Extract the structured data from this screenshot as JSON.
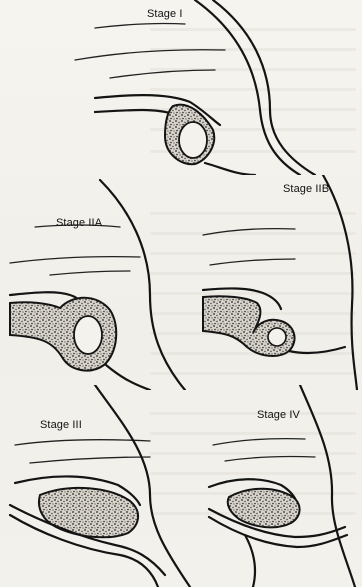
{
  "panels": [
    {
      "id": "stage-1",
      "label": "Stage I"
    },
    {
      "id": "stage-2a",
      "label": "Stage IIA"
    },
    {
      "id": "stage-2b",
      "label": "Stage IIB"
    },
    {
      "id": "stage-3",
      "label": "Stage III"
    },
    {
      "id": "stage-4",
      "label": "Stage IV"
    }
  ]
}
